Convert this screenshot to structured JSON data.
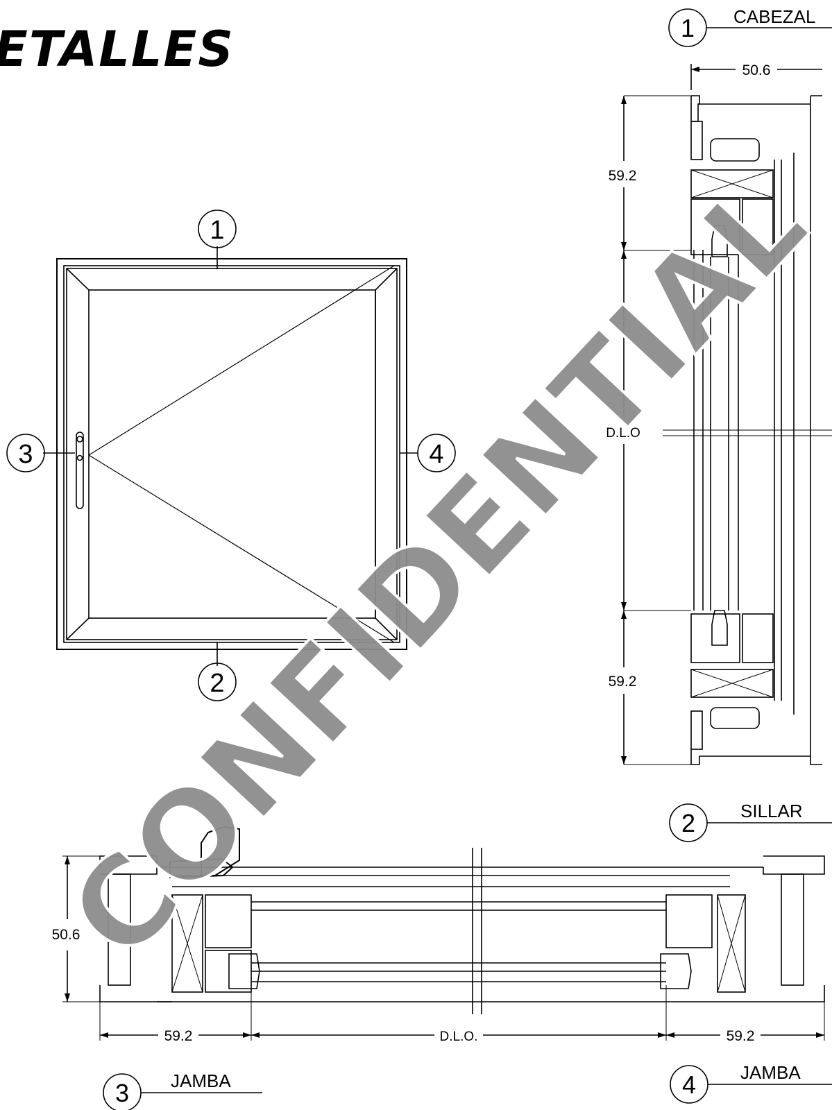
{
  "title": "ETALLES",
  "watermark": "CONFIDENTIAL",
  "callouts": {
    "c1": "1",
    "c2": "2",
    "c3": "3",
    "c4": "4"
  },
  "sections": {
    "head": {
      "number": "1",
      "label": "CABEZAL"
    },
    "sill": {
      "number": "2",
      "label": "SILLAR"
    },
    "jamb_left": {
      "number": "3",
      "label": "JAMBA"
    },
    "jamb_right": {
      "number": "4",
      "label": "JAMBA"
    }
  },
  "dimensions": {
    "vertical_top_width": "50.6",
    "vertical_upper": "59.2",
    "vertical_dlo": "D.L.O",
    "vertical_lower": "59.2",
    "horizontal_height": "50.6",
    "horizontal_left": "59.2",
    "horizontal_dlo": "D.L.O.",
    "horizontal_right": "59.2"
  },
  "colors": {
    "line": "#000000",
    "watermark": "#8c8c8c"
  }
}
